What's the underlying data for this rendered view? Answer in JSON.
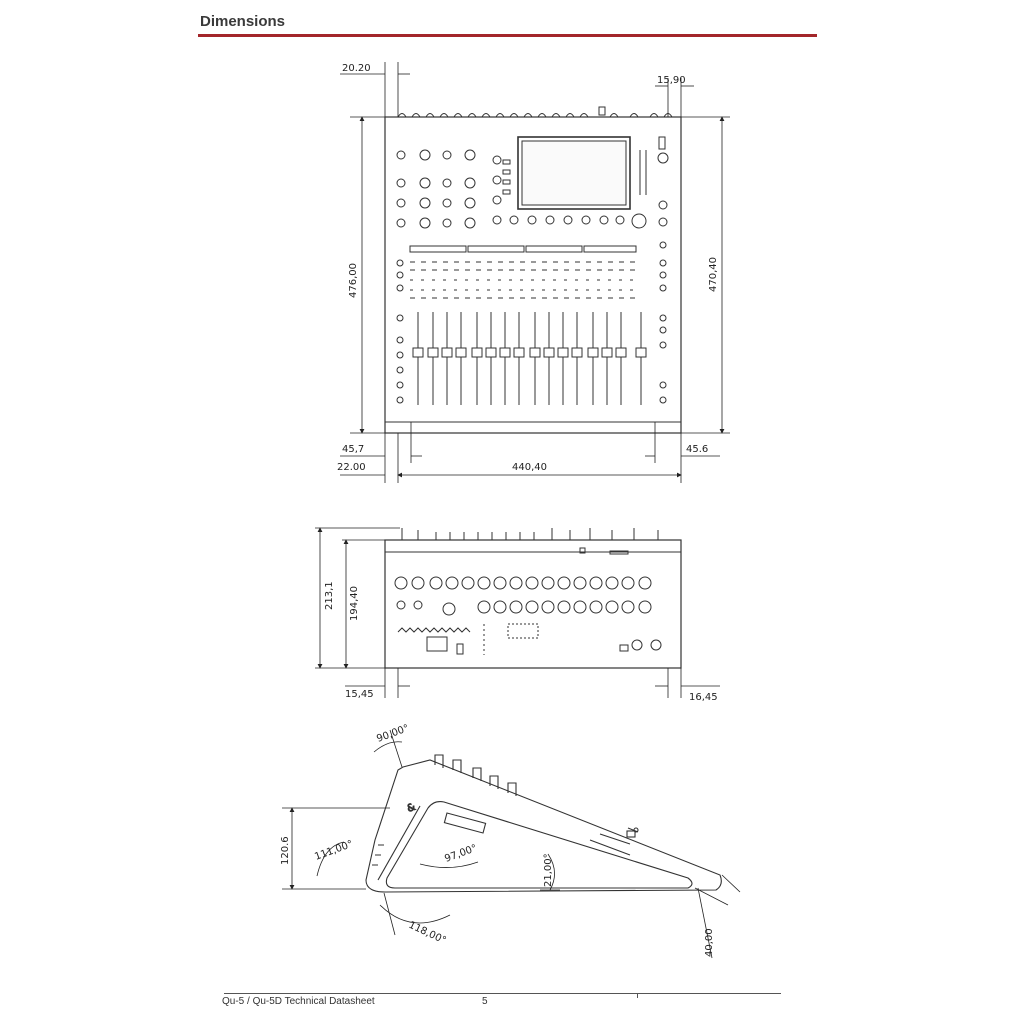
{
  "header": {
    "title": "Dimensions",
    "accent_color": "#a3262a"
  },
  "footer": {
    "doc_title": "Qu-5 / Qu-5D Technical Datasheet",
    "page_number": "5"
  },
  "top_view": {
    "dim_20_20": "20.20",
    "dim_15_90": "15,90",
    "dim_476": "476,00",
    "dim_470_40": "470,40",
    "dim_45_7": "45,7",
    "dim_45_6": "45.6",
    "dim_22": "22.00",
    "dim_440_40": "440,40"
  },
  "rear_view": {
    "dim_213_1": "213,1",
    "dim_194_40": "194,40",
    "dim_15_45": "15,45",
    "dim_16_45": "16,45"
  },
  "side_view": {
    "angle_90": "90,00°",
    "dim_120_6": "120.6",
    "angle_111": "111,00°",
    "angle_97": "97,00°",
    "angle_21": "21,00°",
    "angle_118": "118,00°",
    "dim_40": "40,00"
  }
}
